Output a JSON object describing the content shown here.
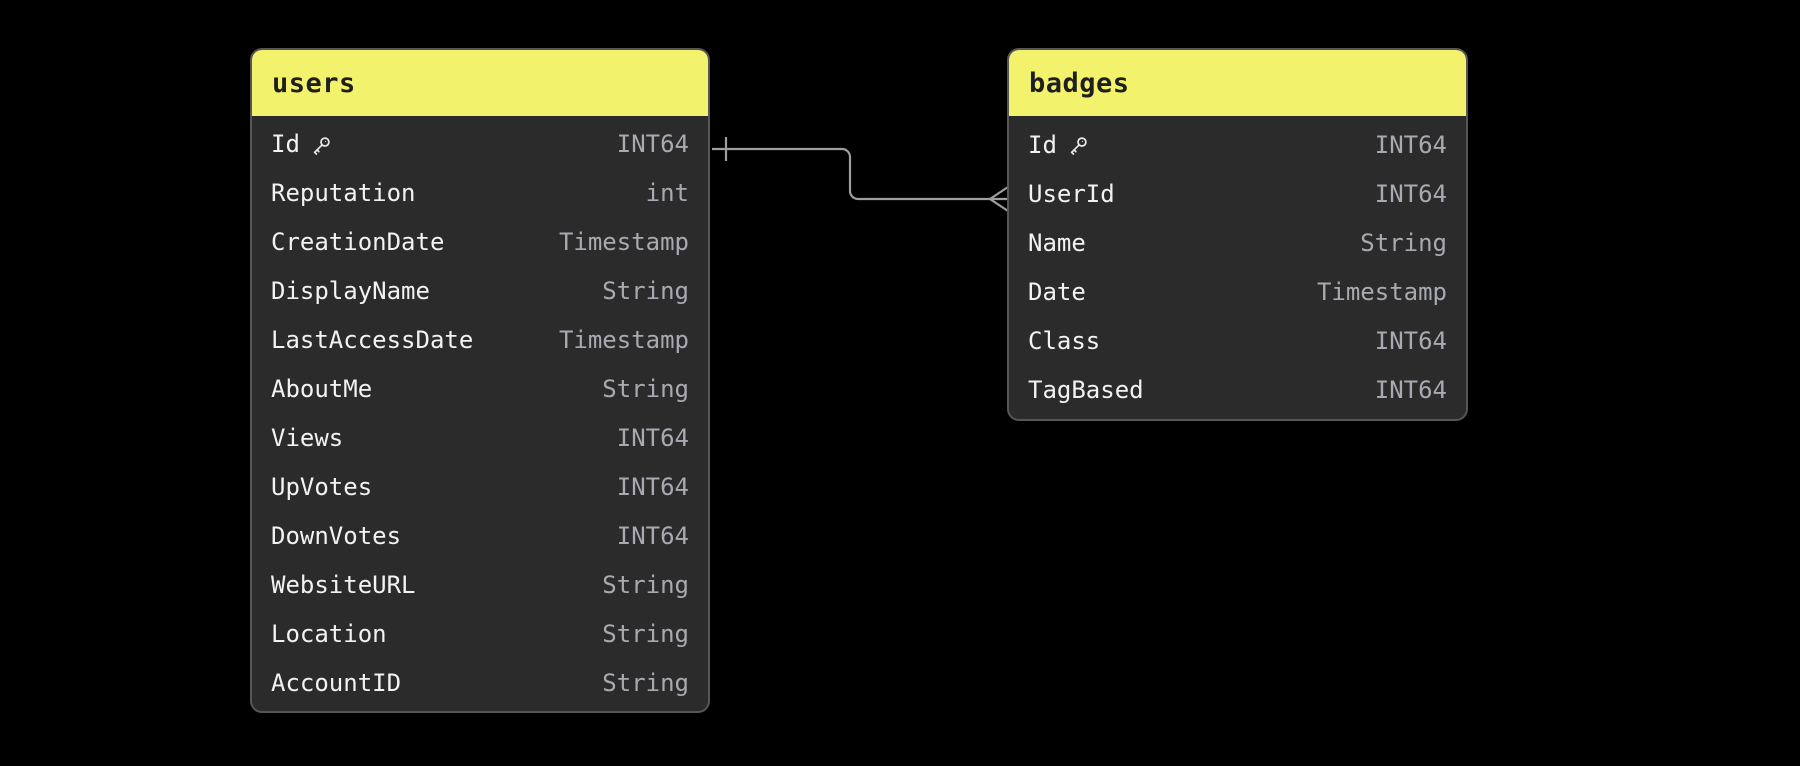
{
  "diagram": {
    "colors": {
      "background": "#000000",
      "card_bg": "#2b2b2b",
      "card_border": "#565656",
      "header_bg": "#f2f26c",
      "header_text": "#1f1f1f",
      "field_name": "#f2f2f2",
      "field_type": "#a9aab1",
      "relationship_line": "#9e9e9e"
    },
    "tables": {
      "users": {
        "title": "users",
        "fields": [
          {
            "name": "Id",
            "type": "INT64",
            "pk": true,
            "icon": "key-icon"
          },
          {
            "name": "Reputation",
            "type": "int"
          },
          {
            "name": "CreationDate",
            "type": "Timestamp"
          },
          {
            "name": "DisplayName",
            "type": "String"
          },
          {
            "name": "LastAccessDate",
            "type": "Timestamp"
          },
          {
            "name": "AboutMe",
            "type": "String"
          },
          {
            "name": "Views",
            "type": "INT64"
          },
          {
            "name": "UpVotes",
            "type": "INT64"
          },
          {
            "name": "DownVotes",
            "type": "INT64"
          },
          {
            "name": "WebsiteURL",
            "type": "String"
          },
          {
            "name": "Location",
            "type": "String"
          },
          {
            "name": "AccountID",
            "type": "String"
          }
        ]
      },
      "badges": {
        "title": "badges",
        "fields": [
          {
            "name": "Id",
            "type": "INT64",
            "pk": true,
            "icon": "key-icon"
          },
          {
            "name": "UserId",
            "type": "INT64"
          },
          {
            "name": "Name",
            "type": "String"
          },
          {
            "name": "Date",
            "type": "Timestamp"
          },
          {
            "name": "Class",
            "type": "INT64"
          },
          {
            "name": "TagBased",
            "type": "INT64"
          }
        ]
      }
    },
    "relationships": [
      {
        "from_table": "users",
        "from_field": "Id",
        "to_table": "badges",
        "to_field": "UserId",
        "from_cardinality": "one",
        "to_cardinality": "many"
      }
    ]
  }
}
